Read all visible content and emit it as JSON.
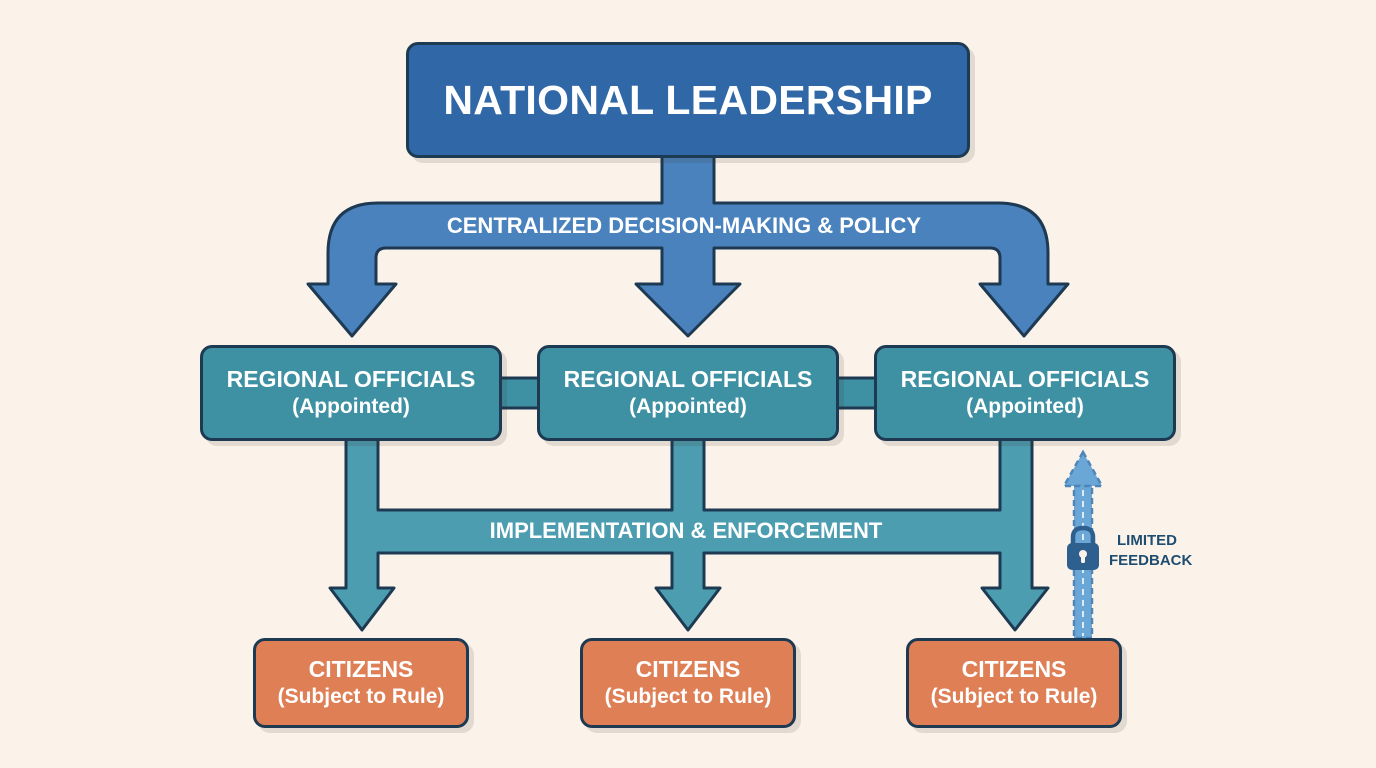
{
  "leadership": {
    "label": "NATIONAL LEADERSHIP"
  },
  "flows": {
    "policy_label": "CENTRALIZED DECISION-MAKING & POLICY",
    "implementation_label": "IMPLEMENTATION & ENFORCEMENT",
    "feedback_line1": "LIMITED",
    "feedback_line2": "FEEDBACK"
  },
  "regional": [
    {
      "title": "REGIONAL OFFICIALS",
      "subtitle": "(Appointed)"
    },
    {
      "title": "REGIONAL OFFICIALS",
      "subtitle": "(Appointed)"
    },
    {
      "title": "REGIONAL OFFICIALS",
      "subtitle": "(Appointed)"
    }
  ],
  "citizens": [
    {
      "title": "CITIZENS",
      "subtitle": "(Subject to Rule)"
    },
    {
      "title": "CITIZENS",
      "subtitle": "(Subject to Rule)"
    },
    {
      "title": "CITIZENS",
      "subtitle": "(Subject to Rule)"
    }
  ],
  "icons": {
    "feedback": "lock-icon"
  },
  "colors": {
    "background": "#fbf3ea",
    "leadership": "#2f67a7",
    "policy_arrows": "#4a82bd",
    "regional": "#3e90a3",
    "implementation_arrows": "#4c9db0",
    "citizens": "#df7f56",
    "feedback": "#6aa6d6",
    "outline": "#1d3a52"
  }
}
